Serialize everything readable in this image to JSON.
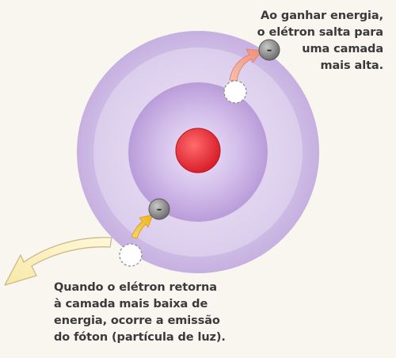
{
  "captions": {
    "top": {
      "lines": [
        "Ao ganhar energia,",
        "o elétron salta para",
        "uma camada",
        "mais alta."
      ]
    },
    "bottom": {
      "lines": [
        "Quando o elétron retorna",
        "à camada mais baixa de",
        "energia, ocorre a emissão",
        "do fóton (partícula de luz)."
      ]
    }
  },
  "electrons": {
    "outer": {
      "symbol": "–"
    },
    "inner": {
      "symbol": "–"
    }
  },
  "icons": [
    "nucleus",
    "electron",
    "empty-electron-position",
    "jump-arrow",
    "photon-emission-arrow"
  ],
  "colors": {
    "background": "#f9f6ef",
    "outer_shell": "#cbb6e3",
    "middle_shell": "#e4daf0",
    "inner_shell": "#c4a9e0",
    "nucleus": "#e8313a",
    "electron": "#8c8c8c",
    "jump_arrow_outer": "#f2a58f",
    "jump_arrow_inner": "#f4c23e",
    "emission_arrow": "#fbf0bf",
    "text": "#3a3a3c"
  }
}
